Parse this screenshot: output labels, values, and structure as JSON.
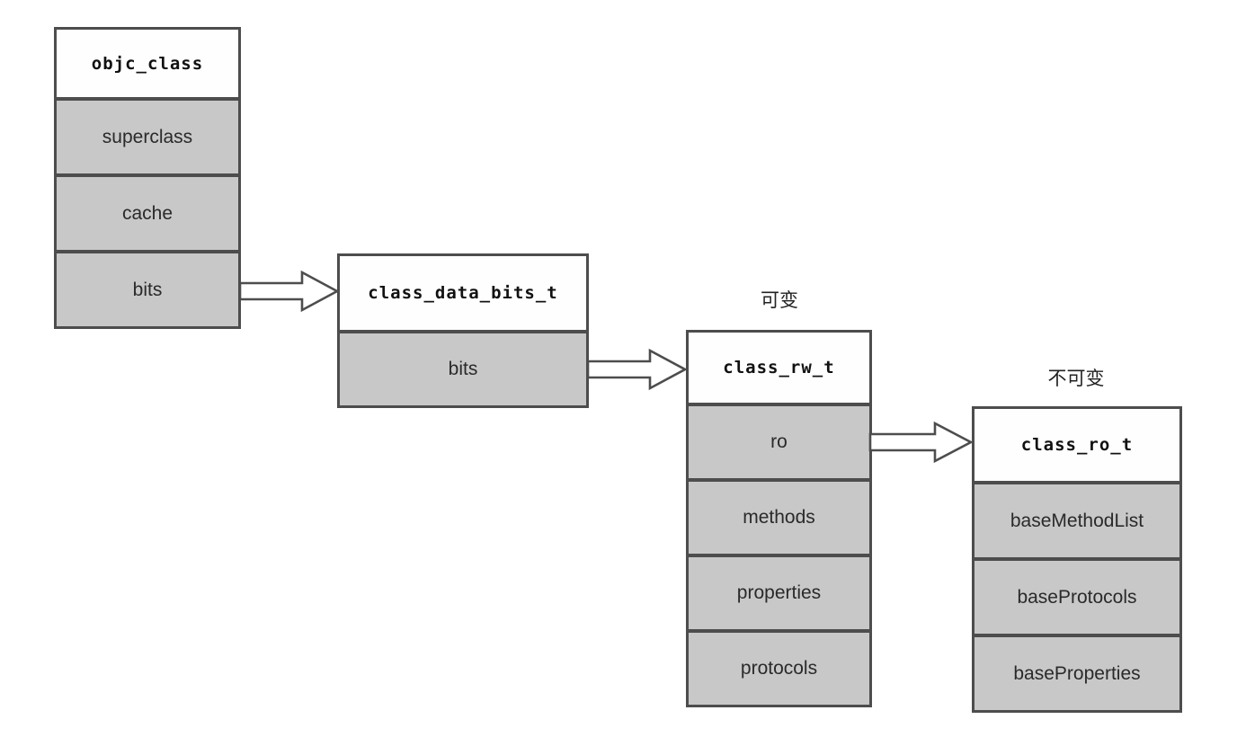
{
  "diagram": {
    "background": "#ffffff",
    "colors": {
      "border": "#4d4d4d",
      "row_fill": "#c8c8c8",
      "header_fill": "#ffffff",
      "text": "#1f1f1f"
    },
    "boxes": [
      {
        "title": "objc_class",
        "rows": [
          "superclass",
          "cache",
          "bits"
        ]
      },
      {
        "title": "class_data_bits_t",
        "rows": [
          "bits"
        ]
      },
      {
        "title": "class_rw_t",
        "annotation": "可变",
        "rows": [
          "ro",
          "methods",
          "properties",
          "protocols"
        ]
      },
      {
        "title": "class_ro_t",
        "annotation": "不可变",
        "rows": [
          "baseMethodList",
          "baseProtocols",
          "baseProperties"
        ]
      }
    ],
    "arrows": [
      {
        "from": "objc_class.bits",
        "to": "class_data_bits_t"
      },
      {
        "from": "class_data_bits_t.bits",
        "to": "class_rw_t"
      },
      {
        "from": "class_rw_t.ro",
        "to": "class_ro_t"
      }
    ]
  }
}
